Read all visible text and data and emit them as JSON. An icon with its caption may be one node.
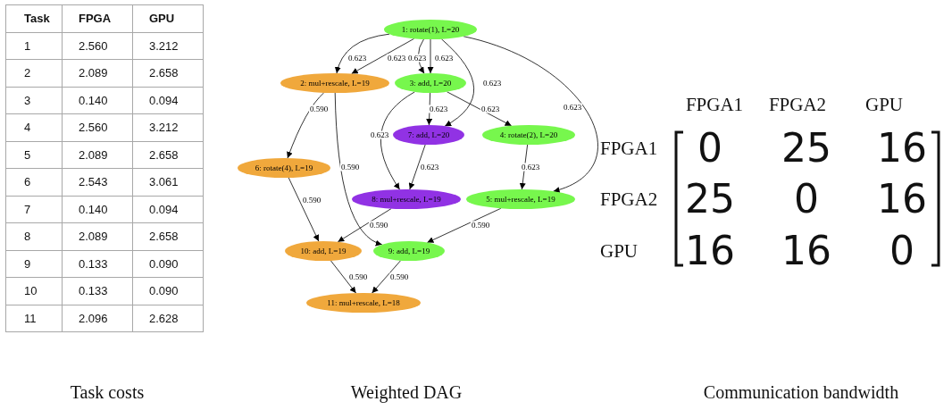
{
  "diagram": {
    "nodes": [
      {
        "text": [
          "1: rotate(1), L=20"
        ]
      },
      {
        "text": [
          "2: mul+rescale, L=19"
        ]
      },
      {
        "text": [
          "3: add, L=20"
        ]
      },
      {
        "text": [
          "7: add, L=20"
        ]
      },
      {
        "text": [
          "4: rotate(2), L=20"
        ]
      },
      {
        "text": [
          "6: rotate(4), L=19"
        ]
      },
      {
        "text": [
          "8: mul+rescale, L=19"
        ]
      },
      {
        "text": [
          "5: mul+rescale, L=19"
        ]
      },
      {
        "text": [
          "10: add, L=19"
        ]
      },
      {
        "text": [
          "9: add, L=19"
        ]
      },
      {
        "text": [
          "11: mul+rescale, L=18"
        ]
      }
    ],
    "edges": [
      {
        "from": 0,
        "to": 1,
        "arrow": "to",
        "label": "0.623"
      },
      {
        "from": 0,
        "to": 1,
        "arrow": "to",
        "label": "0.623"
      },
      {
        "from": 0,
        "to": 2,
        "arrow": "to",
        "label": "0.623"
      },
      {
        "from": 0,
        "to": 2,
        "arrow": "to",
        "label": "0.623"
      },
      {
        "from": 0,
        "to": 3,
        "arrow": "to",
        "label": "0.623"
      },
      {
        "from": 0,
        "to": 7,
        "arrow": "to",
        "label": "0.623"
      },
      {
        "from": 1,
        "to": 5,
        "arrow": "to",
        "label": "0.590"
      },
      {
        "from": 1,
        "to": 9,
        "arrow": "to",
        "label": "0.590"
      },
      {
        "from": 2,
        "to": 6,
        "arrow": "to",
        "label": "0.623"
      },
      {
        "from": 2,
        "to": 3,
        "arrow": "to",
        "label": "0.623"
      },
      {
        "from": 2,
        "to": 4,
        "arrow": "to",
        "label": "0.623"
      },
      {
        "from": 3,
        "to": 6,
        "arrow": "to",
        "label": "0.623"
      },
      {
        "from": 4,
        "to": 7,
        "arrow": "to",
        "label": "0.623"
      },
      {
        "from": 5,
        "to": 8,
        "arrow": "to",
        "label": "0.590"
      },
      {
        "from": 6,
        "to": 8,
        "arrow": "to",
        "label": "0.590"
      },
      {
        "from": 7,
        "to": 9,
        "arrow": "to",
        "label": "0.590"
      },
      {
        "from": 8,
        "to": 10,
        "arrow": "to",
        "label": "0.590"
      },
      {
        "from": 9,
        "to": 10,
        "arrow": "to",
        "label": "0.590"
      }
    ],
    "labels": [
      "Task",
      "FPGA",
      "GPU",
      "1",
      "2.560",
      "3.212",
      "2",
      "2.089",
      "2.658",
      "3",
      "0.140",
      "0.094",
      "4",
      "2.560",
      "3.212",
      "5",
      "2.089",
      "2.658",
      "6",
      "2.543",
      "3.061",
      "7",
      "0.140",
      "0.094",
      "8",
      "2.089",
      "2.658",
      "9",
      "0.133",
      "0.090",
      "10",
      "0.133",
      "0.090",
      "11",
      "2.096",
      "2.628",
      "FPGA1",
      "FPGA2",
      "GPU",
      "FPGA1",
      "0",
      "25",
      "16",
      "FPGA2",
      "25",
      "0",
      "16",
      "GPU",
      "16",
      "16",
      "0",
      "Task costs",
      "Weighted DAG",
      "Communication bandwidth"
    ]
  }
}
